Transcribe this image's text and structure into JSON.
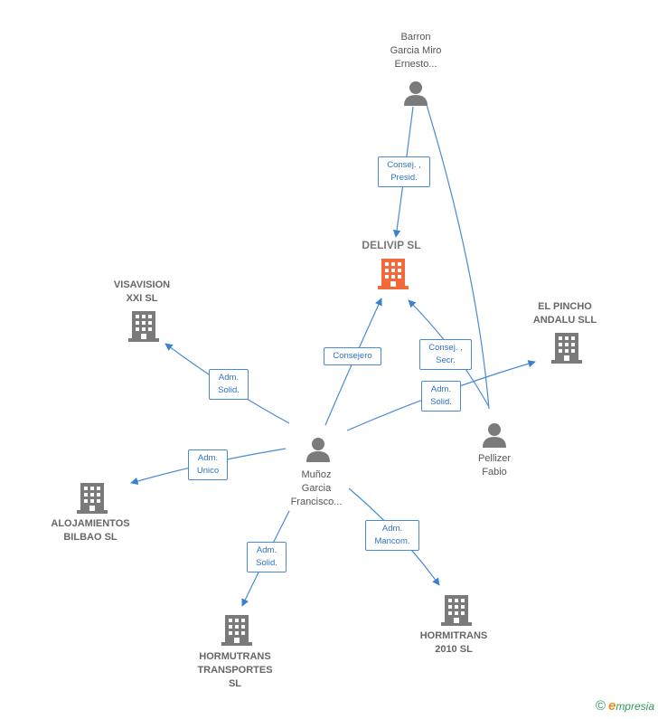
{
  "nodes": {
    "barron": {
      "label": "Barron\nGarcia Miro\nErnesto...",
      "kind": "person"
    },
    "delivip": {
      "label": "DELIVIP  SL",
      "kind": "company-main"
    },
    "visavision": {
      "label": "VISAVISION\nXXI  SL",
      "kind": "company"
    },
    "pincho": {
      "label": "EL PINCHO\nANDALU SLL",
      "kind": "company"
    },
    "pellizer": {
      "label": "Pellizer\nFabio",
      "kind": "person"
    },
    "munoz": {
      "label": "Muñoz\nGarcia\nFrancisco...",
      "kind": "person"
    },
    "alojamientos": {
      "label": "ALOJAMIENTOS\nBILBAO  SL",
      "kind": "company"
    },
    "hormutrans": {
      "label": "HORMUTRANS\nTRANSPORTES\nSL",
      "kind": "company"
    },
    "hormitrans": {
      "label": "HORMITRANS\n2010 SL",
      "kind": "company"
    }
  },
  "edges": {
    "barron_delivip": "Consej. ,\nPresid.",
    "munoz_delivip": "Consejero",
    "pellizer_delivip": "Consej. ,\nSecr.",
    "munoz_visavision": "Adm.\nSolid.",
    "munoz_pincho": "Adm.\nSolid.",
    "munoz_alojamientos": "Adm.\nUnico",
    "munoz_hormutrans": "Adm.\nSolid.",
    "munoz_hormitrans": "Adm.\nMancom."
  },
  "footer": {
    "copyright": "©",
    "brand_e": "e",
    "brand_rest": "mpresia"
  },
  "colors": {
    "edge": "#4a8ad4",
    "main_company": "#f26a3a",
    "company": "#7a7a7a",
    "person": "#7a7a7a"
  }
}
